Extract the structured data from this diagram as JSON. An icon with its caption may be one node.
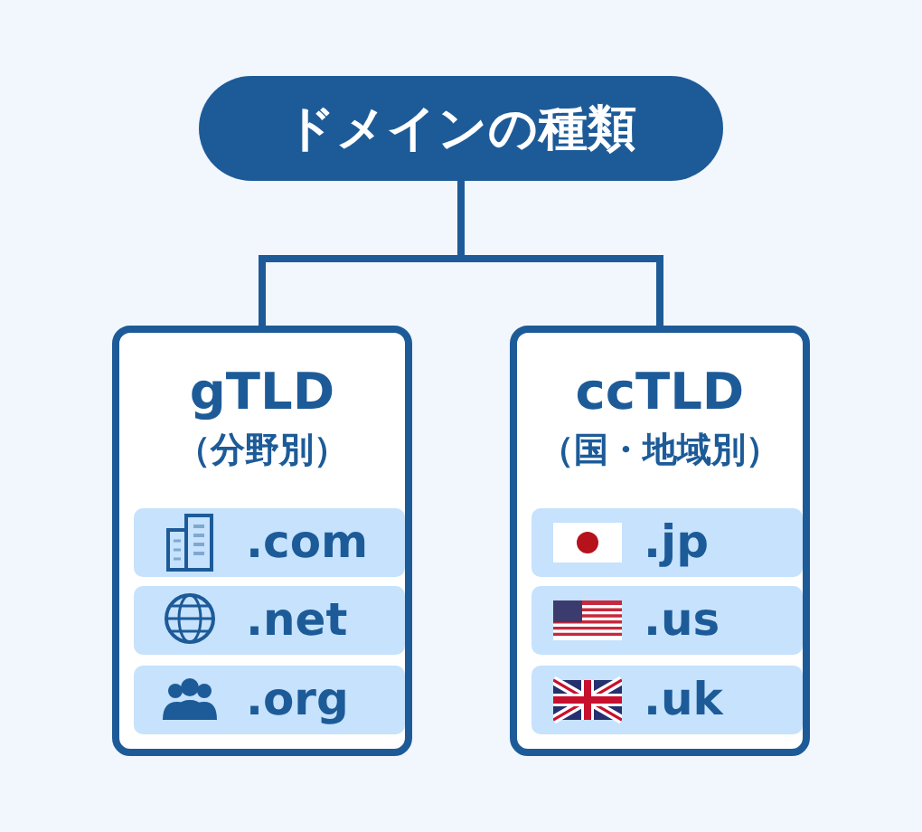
{
  "diagram": {
    "nodes": [
      {
        "text": [
          "ドメインの種類"
        ]
      },
      {
        "text": [
          "gTLD",
          "（分野別）"
        ]
      },
      {
        "text": [
          "ccTLD",
          "（国・地域別）"
        ]
      },
      {
        "text": [
          ".com"
        ],
        "in": 1
      },
      {
        "text": [
          ".net"
        ],
        "in": 1
      },
      {
        "text": [
          ".org"
        ],
        "in": 1
      },
      {
        "text": [
          ".jp"
        ],
        "in": 2
      },
      {
        "text": [
          ".us"
        ],
        "in": 2
      },
      {
        "text": [
          ".uk"
        ],
        "in": 2
      }
    ],
    "edges": [
      {
        "from": 0,
        "to": 1,
        "arrow": "none"
      },
      {
        "from": 0,
        "to": 2,
        "arrow": "none"
      }
    ]
  }
}
